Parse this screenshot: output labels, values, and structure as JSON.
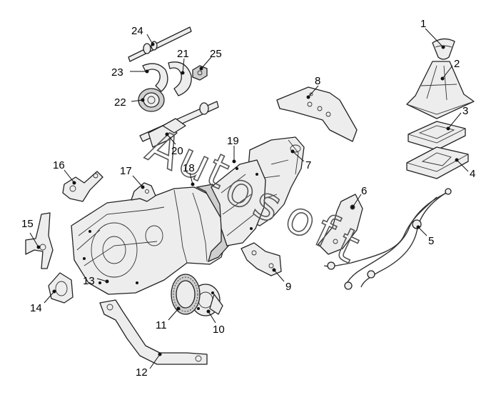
{
  "callouts": [
    {
      "id": "c1",
      "label": "1"
    },
    {
      "id": "c2",
      "label": "2"
    },
    {
      "id": "c3",
      "label": "3"
    },
    {
      "id": "c4",
      "label": "4"
    },
    {
      "id": "c5",
      "label": "5"
    },
    {
      "id": "c6",
      "label": "6"
    },
    {
      "id": "c7",
      "label": "7"
    },
    {
      "id": "c8",
      "label": "8"
    },
    {
      "id": "c9",
      "label": "9"
    },
    {
      "id": "c10",
      "label": "10"
    },
    {
      "id": "c11",
      "label": "11"
    },
    {
      "id": "c12",
      "label": "12"
    },
    {
      "id": "c13",
      "label": "13"
    },
    {
      "id": "c14",
      "label": "14"
    },
    {
      "id": "c15",
      "label": "15"
    },
    {
      "id": "c16",
      "label": "16"
    },
    {
      "id": "c17",
      "label": "17"
    },
    {
      "id": "c18",
      "label": "18"
    },
    {
      "id": "c19",
      "label": "19"
    },
    {
      "id": "c20",
      "label": "20"
    },
    {
      "id": "c21",
      "label": "21"
    },
    {
      "id": "c22",
      "label": "22"
    },
    {
      "id": "c23",
      "label": "23"
    },
    {
      "id": "c24",
      "label": "24"
    },
    {
      "id": "c25",
      "label": "25"
    }
  ],
  "watermark": [
    "A",
    "u",
    "t",
    "o",
    "s",
    "o",
    "f",
    "t"
  ]
}
